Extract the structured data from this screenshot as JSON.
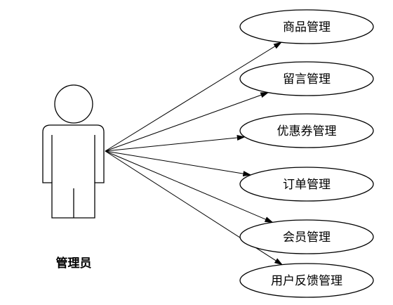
{
  "actor": {
    "label": "管理员"
  },
  "use_cases": [
    {
      "label": "商品管理"
    },
    {
      "label": "留言管理"
    },
    {
      "label": "优惠券管理"
    },
    {
      "label": "订单管理"
    },
    {
      "label": "会员管理"
    },
    {
      "label": "用户反馈管理"
    }
  ],
  "colors": {
    "stroke": "#000000",
    "background": "#ffffff"
  }
}
